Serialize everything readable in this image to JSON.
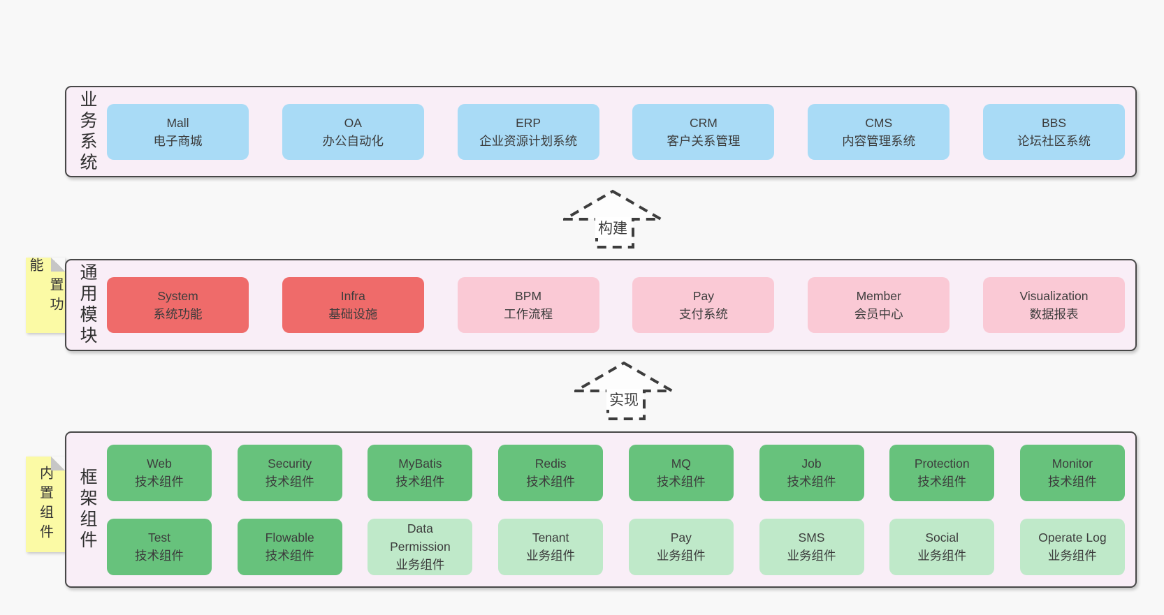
{
  "colors": {
    "page-bg": "#f8f8f8",
    "panel-bg": "#f9eef7",
    "panel-border": "#474747",
    "box-blue": "#a9dbf6",
    "box-red": "#ef6b6a",
    "box-pink": "#fac9d5",
    "box-green": "#67c27c",
    "box-lightgreen": "#bfe9c9",
    "sticky-yellow": "#fbfaa5",
    "sticky-fold": "#c6c6c6",
    "text": "#3c3c3c",
    "arrow": "#3d3d3d"
  },
  "layers": {
    "business": {
      "label": "业务系统",
      "boxes": [
        {
          "en": "Mall",
          "zh": "电子商城"
        },
        {
          "en": "OA",
          "zh": "办公自动化"
        },
        {
          "en": "ERP",
          "zh": "企业资源计划系统"
        },
        {
          "en": "CRM",
          "zh": "客户关系管理"
        },
        {
          "en": "CMS",
          "zh": "内容管理系统"
        },
        {
          "en": "BBS",
          "zh": "论坛社区系统"
        }
      ]
    },
    "modules": {
      "label": "通用模块",
      "boxes": [
        {
          "en": "System",
          "zh": "系统功能"
        },
        {
          "en": "Infra",
          "zh": "基础设施"
        },
        {
          "en": "BPM",
          "zh": "工作流程"
        },
        {
          "en": "Pay",
          "zh": "支付系统"
        },
        {
          "en": "Member",
          "zh": "会员中心"
        },
        {
          "en": "Visualization",
          "zh": "数据报表"
        }
      ]
    },
    "components": {
      "label": "框架组件",
      "row1": [
        {
          "en": "Web",
          "zh": "技术组件"
        },
        {
          "en": "Security",
          "zh": "技术组件"
        },
        {
          "en": "MyBatis",
          "zh": "技术组件"
        },
        {
          "en": "Redis",
          "zh": "技术组件"
        },
        {
          "en": "MQ",
          "zh": "技术组件"
        },
        {
          "en": "Job",
          "zh": "技术组件"
        },
        {
          "en": "Protection",
          "zh": "技术组件"
        },
        {
          "en": "Monitor",
          "zh": "技术组件"
        }
      ],
      "row2": [
        {
          "en": "Test",
          "zh": "技术组件"
        },
        {
          "en": "Flowable",
          "zh": "技术组件"
        },
        {
          "en": "Data Permission",
          "zh": "业务组件"
        },
        {
          "en": "Tenant",
          "zh": "业务组件"
        },
        {
          "en": "Pay",
          "zh": "业务组件"
        },
        {
          "en": "SMS",
          "zh": "业务组件"
        },
        {
          "en": "Social",
          "zh": "业务组件"
        },
        {
          "en": "Operate Log",
          "zh": "业务组件"
        }
      ]
    }
  },
  "arrows": {
    "build": {
      "label": "构建"
    },
    "implement": {
      "label": "实现"
    }
  },
  "stickies": {
    "builtin_features": {
      "label": "内置功能"
    },
    "builtin_components": {
      "label": "内置组件"
    }
  }
}
